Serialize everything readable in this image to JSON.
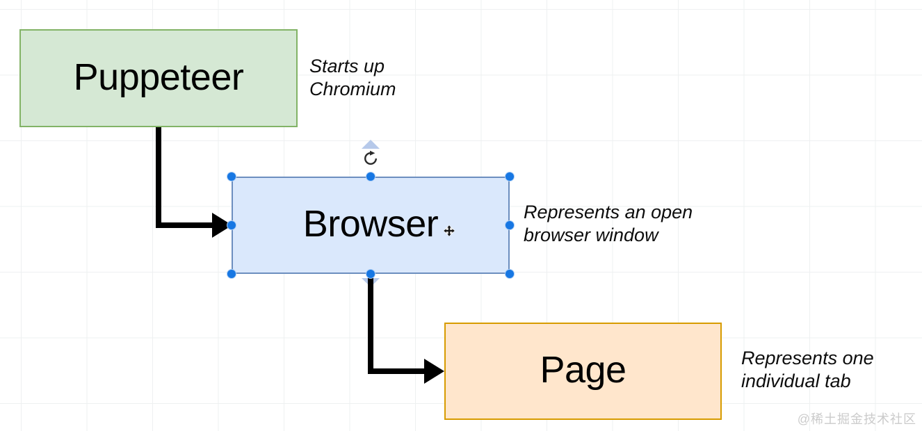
{
  "diagram": {
    "nodes": [
      {
        "id": "puppeteer",
        "label": "Puppeteer",
        "fill": "#d5e8d4",
        "border": "#82b366",
        "selected": false
      },
      {
        "id": "browser",
        "label": "Browser",
        "fill": "#dae8fc",
        "border": "#6c8ebf",
        "selected": true
      },
      {
        "id": "page",
        "label": "Page",
        "fill": "#ffe6cc",
        "border": "#d79b00",
        "selected": false
      }
    ],
    "annotations": [
      {
        "target": "puppeteer",
        "lines": [
          "Starts up",
          "Chromium"
        ]
      },
      {
        "target": "browser",
        "lines": [
          "Represents an open",
          "browser window"
        ]
      },
      {
        "target": "page",
        "lines": [
          "Represents one",
          "individual tab"
        ]
      }
    ],
    "connectors": [
      {
        "from": "puppeteer",
        "to": "browser",
        "style": "elbow-down-right",
        "color": "#000000"
      },
      {
        "from": "browser",
        "to": "page",
        "style": "elbow-down-right",
        "color": "#000000"
      }
    ]
  },
  "selection": {
    "handle_color": "#1777e3",
    "hint_arrow_color": "#b6c9ea"
  },
  "watermark": {
    "text": "@稀土掘金技术社区",
    "color": "#cbcbcb"
  }
}
